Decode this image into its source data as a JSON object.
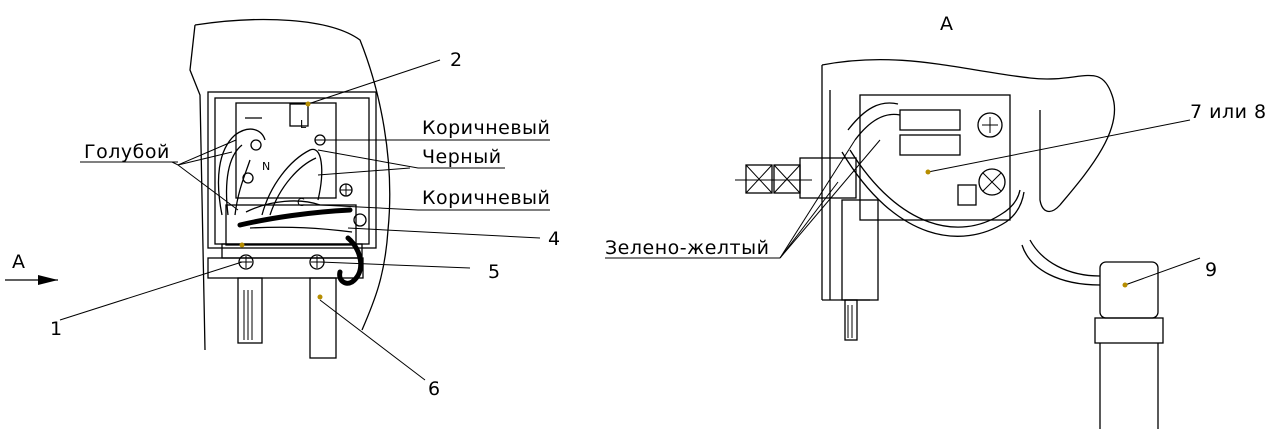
{
  "labels": {
    "view_marker_left": "A",
    "view_title_right": "A",
    "wire_blue": "Голубой",
    "wire_brown_top": "Коричневый",
    "wire_black": "Черный",
    "wire_brown_bottom": "Коричневый",
    "wire_green_yellow": "Зелено-желтый",
    "terminal_L": "L",
    "terminal_N": "N",
    "terminal_C": "C"
  },
  "callouts": {
    "c1": "1",
    "c2": "2",
    "c4": "4",
    "c5": "5",
    "c6": "6",
    "c7": "7 или 8",
    "c9": "9"
  }
}
